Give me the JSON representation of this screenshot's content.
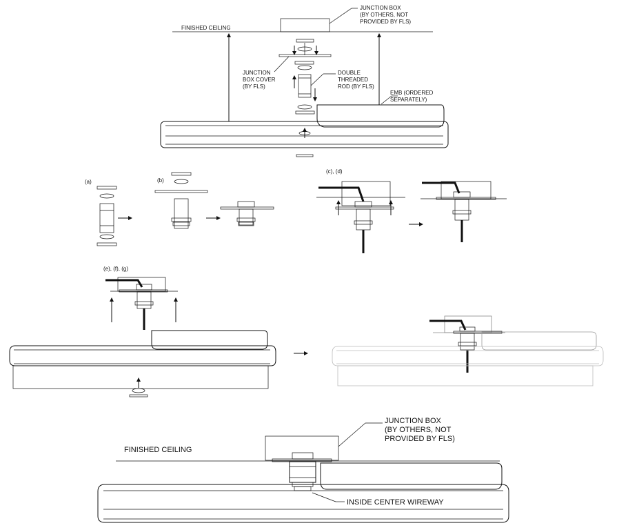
{
  "top_view": {
    "finished_ceiling": "FINISHED CEILING",
    "junction_box": [
      "JUNCTION BOX",
      "(BY OTHERS, NOT",
      "PROVIDED BY FLS)"
    ],
    "junction_box_cover": [
      "JUNCTION",
      "BOX COVER",
      "(BY FLS)"
    ],
    "double_threaded_rod": [
      "DOUBLE",
      "THREADED",
      "ROD (BY FLS)"
    ],
    "emb": [
      "EMB (ORDERED",
      "SEPARATELY)"
    ]
  },
  "steps": {
    "a": "(a)",
    "b": "(b)",
    "cd": "(c), (d)",
    "efg": "(e), (f), (g)"
  },
  "bottom_view": {
    "finished_ceiling": "FINISHED CEILING",
    "junction_box": [
      "JUNCTION BOX",
      "(BY OTHERS, NOT",
      "PROVIDED BY FLS)"
    ],
    "inside_center_wireway": "INSIDE CENTER WIREWAY"
  }
}
